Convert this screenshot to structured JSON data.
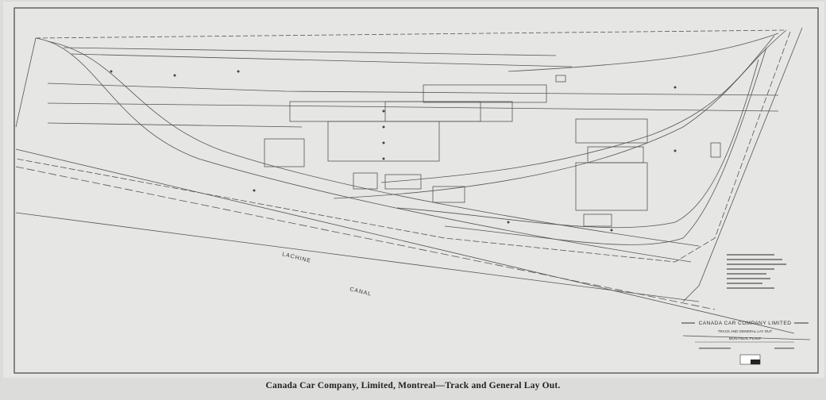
{
  "drawing": {
    "canal_label_1": "LACHINE",
    "canal_label_2": "CANAL",
    "title_block": {
      "company": "CANADA CAR COMPANY LIMITED",
      "subtitle": "TRACK AND GENERAL LAY OUT",
      "plant": "MONTREAL PLANT"
    }
  },
  "caption": "Canada Car Company, Limited, Montreal—Track and General Lay Out."
}
